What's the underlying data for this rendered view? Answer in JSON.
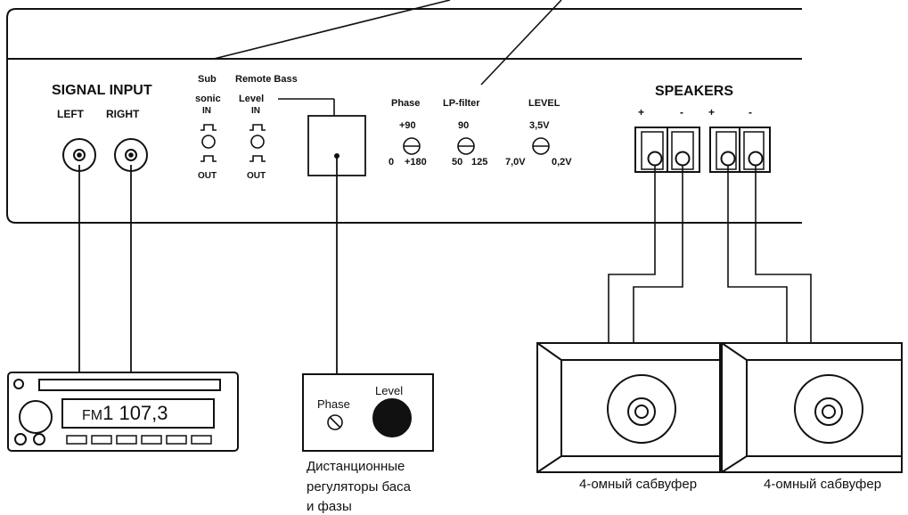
{
  "panel": {
    "signal_input_title": "SIGNAL INPUT",
    "left_label": "LEFT",
    "right_label": "RIGHT",
    "subsonic_top": "Sub",
    "subsonic_bottom": "sonic",
    "remote_bass": "Remote Bass",
    "level_label": "Level",
    "switch_in": "IN",
    "switch_out": "OUT",
    "phase_label": "Phase",
    "phase_top": "+90",
    "phase_left": "0",
    "phase_right": "+180",
    "lp_label": "LP-filter",
    "lp_top": "90",
    "lp_left": "50",
    "lp_right": "125",
    "level_knob_label": "LEVEL",
    "level_top": "3,5V",
    "level_left": "7,0V",
    "level_right": "0,2V",
    "speakers_title": "SPEAKERS",
    "speaker_polarities": [
      "+",
      "-",
      "+",
      "-"
    ]
  },
  "radio": {
    "display": "FM1 107,3",
    "display_band": "FM",
    "display_freq": "1 107,3"
  },
  "remote": {
    "phase_label": "Phase",
    "level_label": "Level",
    "caption_lines": [
      "Дистанционные",
      "регуляторы баса",
      "и фазы"
    ]
  },
  "subwoofers": [
    {
      "caption": "4-омный сабвуфер"
    },
    {
      "caption": "4-омный сабвуфер"
    }
  ]
}
